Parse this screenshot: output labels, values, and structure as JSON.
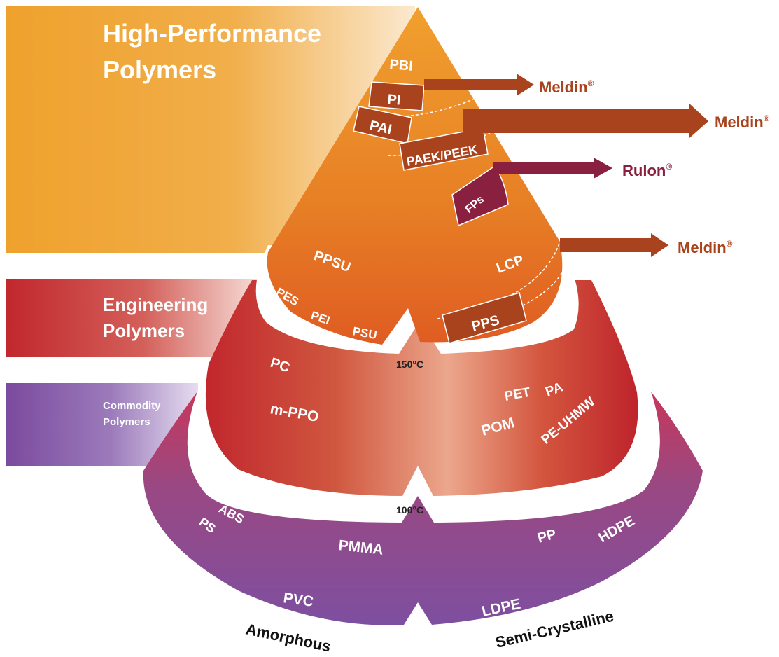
{
  "tiers": {
    "high": "High-Performance",
    "high2": "Polymers",
    "eng": "Engineering",
    "eng2": "Polymers",
    "com": "Commodity",
    "com2": "Polymers"
  },
  "temperatures": {
    "upper": "150°C",
    "lower": "100°C"
  },
  "categories": {
    "left": "Amorphous",
    "right": "Semi-Crystalline"
  },
  "polymers": {
    "pbi": "PBI",
    "pi": "PI",
    "pai": "PAI",
    "paek": "PAEK/PEEK",
    "fps": "FPs",
    "ppsu": "PPSU",
    "lcp": "LCP",
    "pes": "PES",
    "pei": "PEI",
    "psu": "PSU",
    "pps": "PPS",
    "pc": "PC",
    "mppo": "m-PPO",
    "pet": "PET",
    "pa": "PA",
    "pom": "POM",
    "peuhmw": "PE-UHMW",
    "abs": "ABS",
    "ps": "PS",
    "pmma": "PMMA",
    "pvc": "PVC",
    "pp": "PP",
    "hdpe": "HDPE",
    "ldpe": "LDPE"
  },
  "brands": {
    "b1": "Meldin",
    "b2": "Meldin",
    "b3": "Rulon",
    "b4": "Meldin",
    "reg": "®"
  },
  "colors": {
    "orange": "#EE9A2A",
    "red": "#C5282D",
    "purple": "#7E4FA0",
    "brand_brown": "#A9431D",
    "brand_maroon": "#8A2040"
  }
}
